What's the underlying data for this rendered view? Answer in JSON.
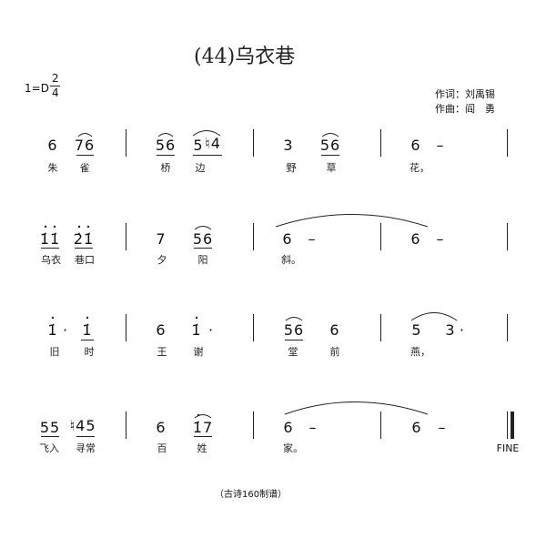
{
  "score": {
    "title": "(44)乌衣巷",
    "key_label": "1=D",
    "time_sig": {
      "top": "2",
      "bottom": "4"
    },
    "credits": {
      "lyricist": "作词：刘禹锡",
      "composer": "作曲：阎　勇"
    },
    "lines": [
      {
        "notes": [
          "6",
          "76",
          "56",
          "5",
          "♮4",
          "3",
          "56",
          "6",
          "–"
        ],
        "lyrics": [
          "朱",
          "雀",
          "桥",
          "边",
          "野",
          "草",
          "花，"
        ]
      },
      {
        "notes": [
          "1̇1̇",
          "2̇1̇",
          "7",
          "56",
          "6",
          "–",
          "6",
          "–"
        ],
        "lyrics": [
          "乌衣",
          "巷口",
          "夕",
          "阳",
          "斜。"
        ]
      },
      {
        "notes": [
          "1̇",
          "·",
          "1̇",
          "6",
          "1̇",
          "·",
          "56",
          "6",
          "5",
          "3",
          "·"
        ],
        "lyrics": [
          "旧",
          "时",
          "王",
          "谢",
          "堂",
          "前",
          "燕，"
        ]
      },
      {
        "notes": [
          "55",
          "♮45",
          "6",
          "1̇7",
          "6",
          "–",
          "6",
          "–"
        ],
        "lyrics": [
          "飞入",
          "寻常",
          "百",
          "姓",
          "家。"
        ],
        "end_mark": "FINE"
      }
    ],
    "footer": "（古诗160制谱）"
  }
}
